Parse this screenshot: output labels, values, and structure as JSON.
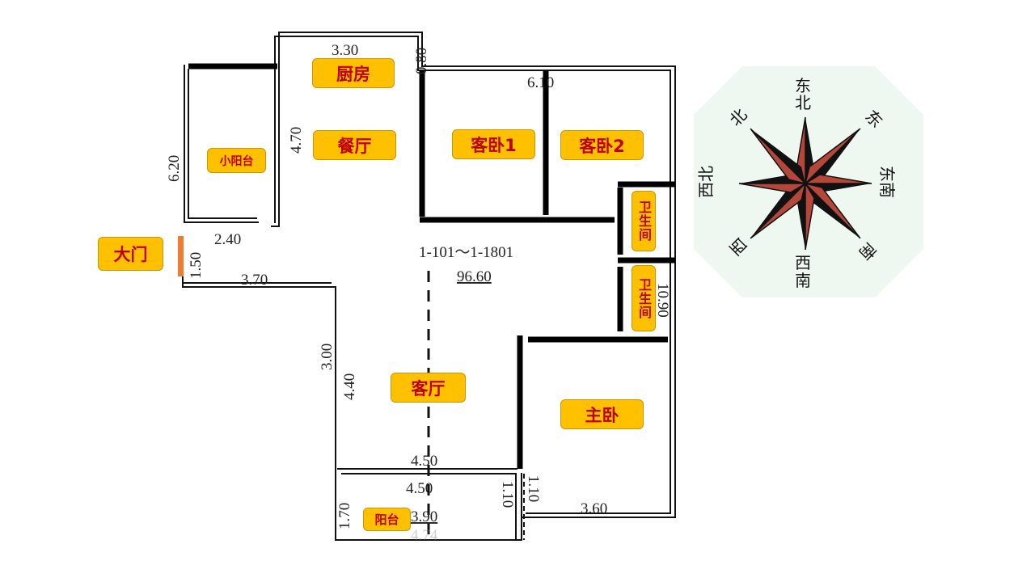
{
  "rooms": {
    "kitchen": "厨房",
    "dining": "餐厅",
    "small_balcony": "小阳台",
    "guest_bedroom_1": "客卧1",
    "guest_bedroom_2": "客卧2",
    "bathroom_1": "卫生间",
    "bathroom_2": "卫生间",
    "entrance": "大门",
    "living_room": "客厅",
    "master_bedroom": "主卧",
    "balcony": "阳台"
  },
  "dimensions": {
    "kitchen_width": "3.30",
    "step": "0.80",
    "bedrooms_width": "6.10",
    "dining_depth": "4.70",
    "left_depth": "6.20",
    "balcony_small_width": "2.40",
    "door_width": "1.50",
    "entry_width": "3.70",
    "right_depth": "10.90",
    "living_depth_a": "3.00",
    "living_depth_b": "4.40",
    "living_width": "4.50",
    "balcony_width_a": "4.50",
    "balcony_width_b": "3.90",
    "balcony_depth": "1.70",
    "balcony_side": "1.10",
    "master_side": "1.10",
    "master_width": "3.60",
    "outer_width": "4.74"
  },
  "unit_range": "1-101～1-1801",
  "area": "96.60",
  "compass": {
    "north": "北",
    "northeast": "东北",
    "east": "东",
    "southeast": "东南",
    "south": "南",
    "southwest": "西南",
    "west": "西",
    "northwest": "西北"
  },
  "colors": {
    "label_bg": "#ffc000",
    "label_text": "#c00000",
    "door": "#ed7d31",
    "compass_red": "#b5463a",
    "compass_bg": "#eef8f1"
  }
}
